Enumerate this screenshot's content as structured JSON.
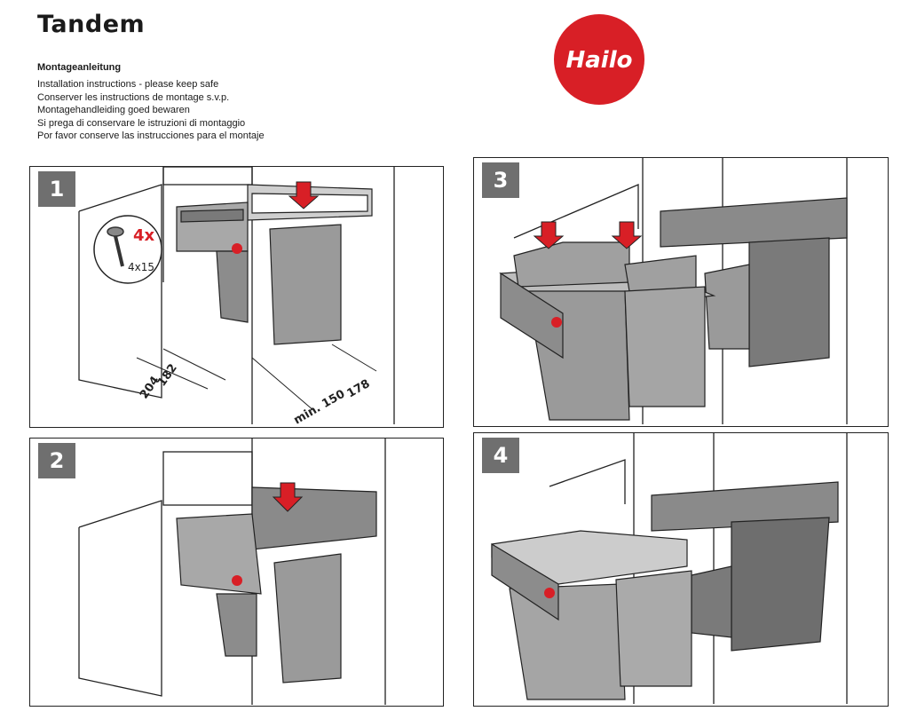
{
  "header": {
    "title": "Tandem",
    "subtitle": "Montageanleitung",
    "lines": [
      "Installation instructions - please keep safe",
      "Conserver les instructions de montage s.v.p.",
      "Montagehandleiding goed bewaren",
      "Si prega di conservare le istruzioni di montaggio",
      "Por favor conserve las instrucciones para el montaje"
    ]
  },
  "logo": {
    "text": "Hailo",
    "color": "#d81f26"
  },
  "steps": [
    {
      "number": "1",
      "screw_count": "4x",
      "screw_size": "4x15",
      "dimensions": [
        "182",
        "204",
        "min. 150",
        "178"
      ]
    },
    {
      "number": "2"
    },
    {
      "number": "3"
    },
    {
      "number": "4"
    }
  ],
  "colors": {
    "accent": "#d81f26",
    "bin": "#9a9a9a",
    "bin_dark": "#6e6e6e",
    "line": "#222222"
  }
}
